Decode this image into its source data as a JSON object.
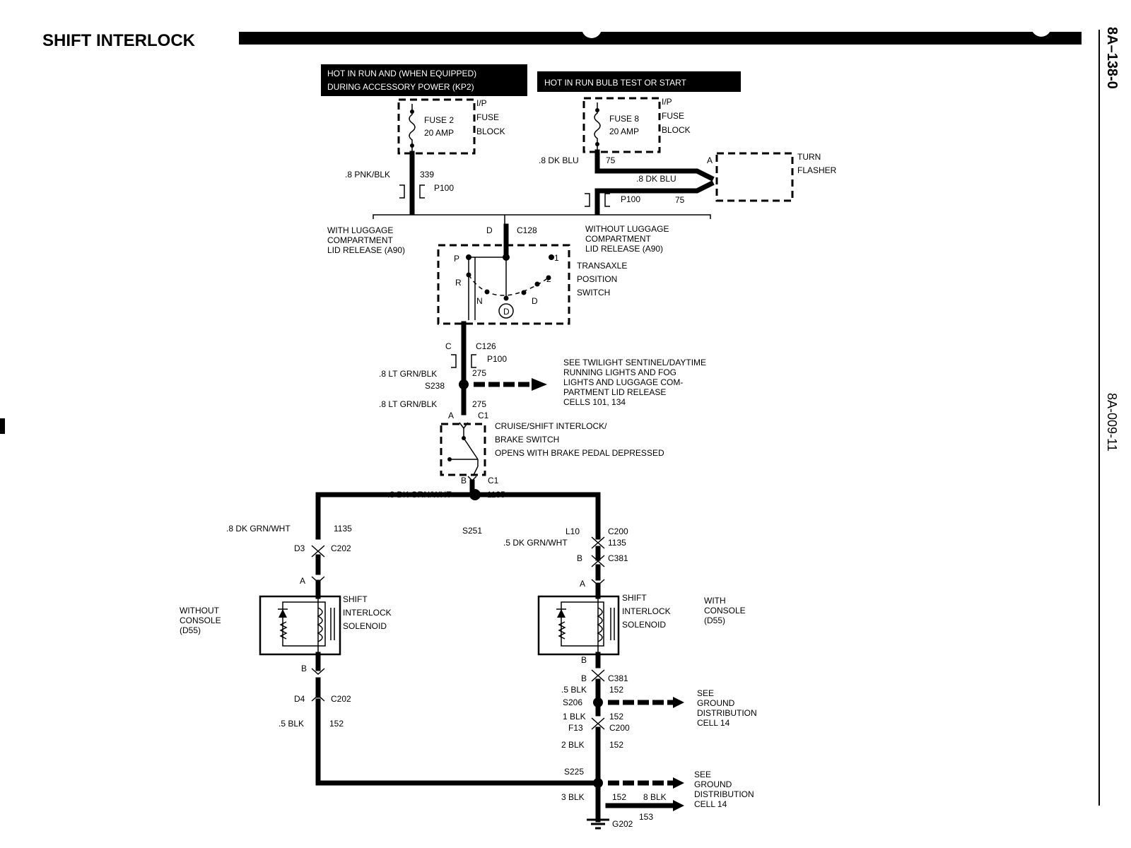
{
  "title": "SHIFT INTERLOCK",
  "page_ref": "8A–138-0",
  "doc_code": "8A-009-11",
  "power": {
    "left_header": [
      "HOT IN RUN AND (WHEN EQUIPPED)",
      "DURING ACCESSORY POWER (KP2)"
    ],
    "right_header": "HOT IN RUN  BULB TEST OR START",
    "fuse_left": [
      "FUSE 2",
      "20 AMP"
    ],
    "fuse_right": [
      "FUSE 8",
      "20 AMP"
    ],
    "fuse_block": [
      "I/P",
      "FUSE",
      "BLOCK"
    ],
    "wire_left": ".8 PNK/BLK",
    "circuit_left": "339",
    "wire_right": ".8 DK BLU",
    "circuit_right": "75",
    "wire_right2": ".8 DK BLU",
    "circuit_right2": "75",
    "turn_flasher": [
      "TURN",
      "FLASHER"
    ],
    "turn_pin": "A",
    "p100": "P100"
  },
  "options": {
    "with_luggage": [
      "WITH LUGGAGE",
      "COMPARTMENT",
      "LID RELEASE (A90)"
    ],
    "without_luggage": [
      "WITHOUT LUGGAGE",
      "COMPARTMENT",
      "LID RELEASE (A90)"
    ]
  },
  "transaxle": {
    "pin_d": "D",
    "connector": "C128",
    "label": [
      "TRANSAXLE",
      "POSITION",
      "SWITCH"
    ],
    "pos_p": "P",
    "pos_r": "R",
    "pos_n": "N",
    "pos_d": "D",
    "pos_1": "1",
    "pos_2": "2",
    "pos_D_circle": "D"
  },
  "middle": {
    "pin_c": "C",
    "c126": "C126",
    "p100": "P100",
    "wire1": ".8 LT GRN/BLK",
    "circuit1": "275",
    "splice": "S238",
    "see_ref": [
      "SEE TWILIGHT SENTINEL/DAYTIME",
      "RUNNING LIGHTS AND FOG",
      "LIGHTS  AND LUGGAGE COM-",
      "PARTMENT LID RELEASE",
      "CELLS 101, 134"
    ],
    "wire2": ".8 LT GRN/BLK",
    "circuit2": "275",
    "pin_a": "A",
    "c1_top": "C1",
    "brake_switch": [
      "CRUISE/SHIFT INTERLOCK/",
      "BRAKE SWITCH",
      "OPENS WITH BRAKE PEDAL DEPRESSED"
    ],
    "pin_b": "B",
    "c1_bottom": "C1",
    "wire3": ".8 DK GRN/WHT",
    "circuit3": "1135",
    "splice2": "S251"
  },
  "left_branch": {
    "wire": ".8 DK GRN/WHT",
    "circuit": "1135",
    "pin_d3": "D3",
    "c202_top": "C202",
    "pin_a": "A",
    "solenoid": [
      "SHIFT",
      "INTERLOCK",
      "SOLENOID"
    ],
    "option": [
      "WITHOUT",
      "CONSOLE",
      "(D55)"
    ],
    "pin_b": "B",
    "pin_d4": "D4",
    "c202_bottom": "C202",
    "wire_gnd": ".5 BLK",
    "circuit_gnd": "152"
  },
  "right_branch": {
    "pin_l10": "L10",
    "c200_top": "C200",
    "wire": ".5 DK GRN/WHT",
    "circuit": "1135",
    "pin_b_top": "B",
    "c381_top": "C381",
    "pin_a": "A",
    "solenoid": [
      "SHIFT",
      "INTERLOCK",
      "SOLENOID"
    ],
    "option": [
      "WITH",
      "CONSOLE",
      "(D55)"
    ],
    "pin_b": "B",
    "pin_b2": "B",
    "c381_bottom": "C381",
    "wire_blk": ".5 BLK",
    "circuit_blk": "152",
    "splice": "S206",
    "see_ground": [
      "SEE",
      "GROUND",
      "DISTRIBUTION",
      "CELL 14"
    ],
    "wire_1blk": "1 BLK",
    "circuit_1blk": "152",
    "pin_f13": "F13",
    "c200_bottom": "C200",
    "wire_2blk": "2 BLK",
    "circuit_2blk": "152"
  },
  "ground": {
    "splice": "S225",
    "wire_3blk": "3 BLK",
    "circuit_3blk": "152",
    "wire_8blk": "8 BLK",
    "circuit_153": "153",
    "see_ground": [
      "SEE",
      "GROUND",
      "DISTRIBUTION",
      "CELL 14"
    ],
    "g202": "G202"
  }
}
